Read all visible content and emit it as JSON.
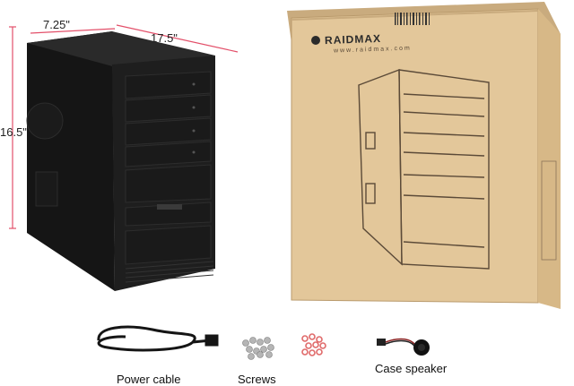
{
  "dimensions": {
    "width_label": "7.25\"",
    "depth_label": "17.5\"",
    "height_label": "16.5\""
  },
  "box": {
    "brand": "RAIDMAX",
    "url": "www.raidmax.com"
  },
  "accessories": [
    {
      "label": "Power cable"
    },
    {
      "label": "Screws"
    },
    {
      "label": "Case speaker"
    }
  ],
  "colors": {
    "dimension_line": "#e3506a",
    "case_body": "#1e1e1e",
    "cardboard": "#e3c79a",
    "washer": "#e06a6a"
  }
}
